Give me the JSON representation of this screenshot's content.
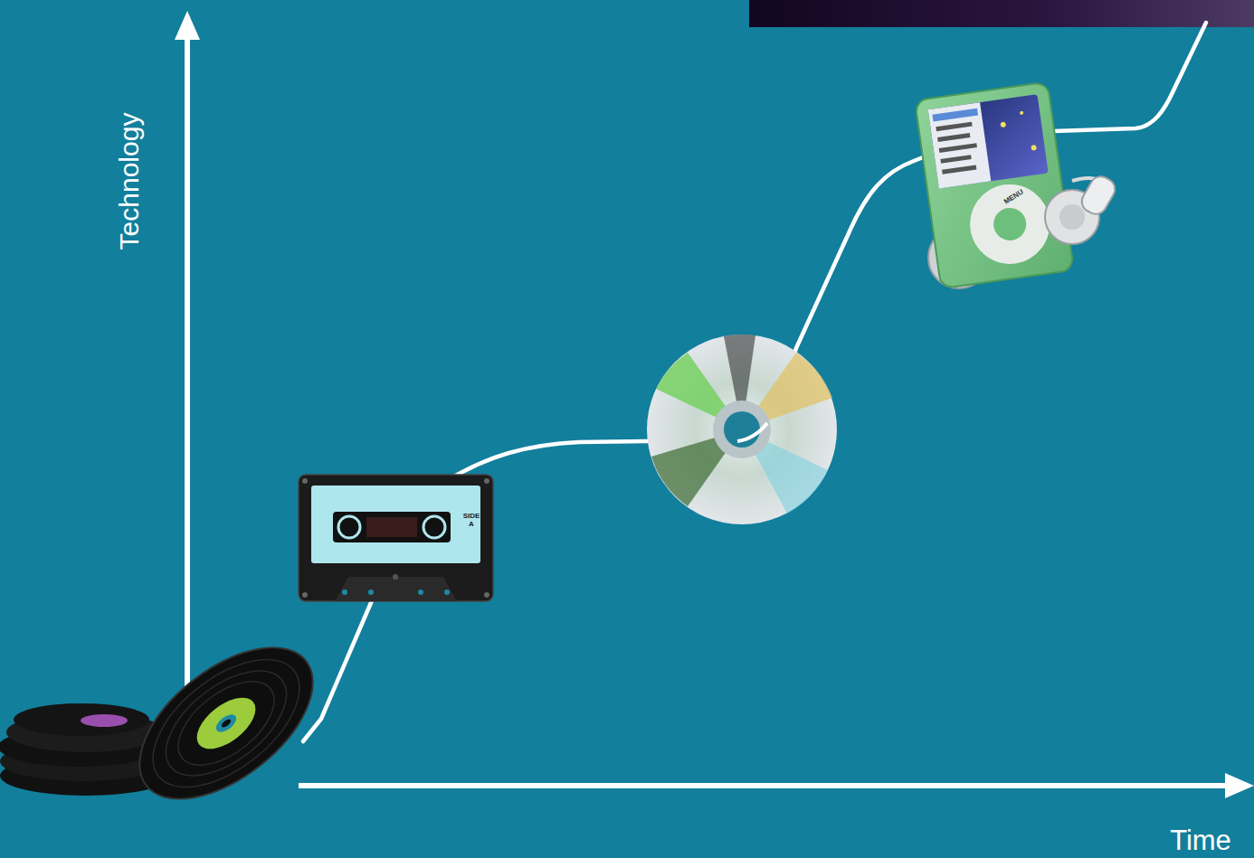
{
  "diagram": {
    "labels": [
      "Technology",
      "Time",
      "SIDE A",
      "MENU"
    ]
  }
}
